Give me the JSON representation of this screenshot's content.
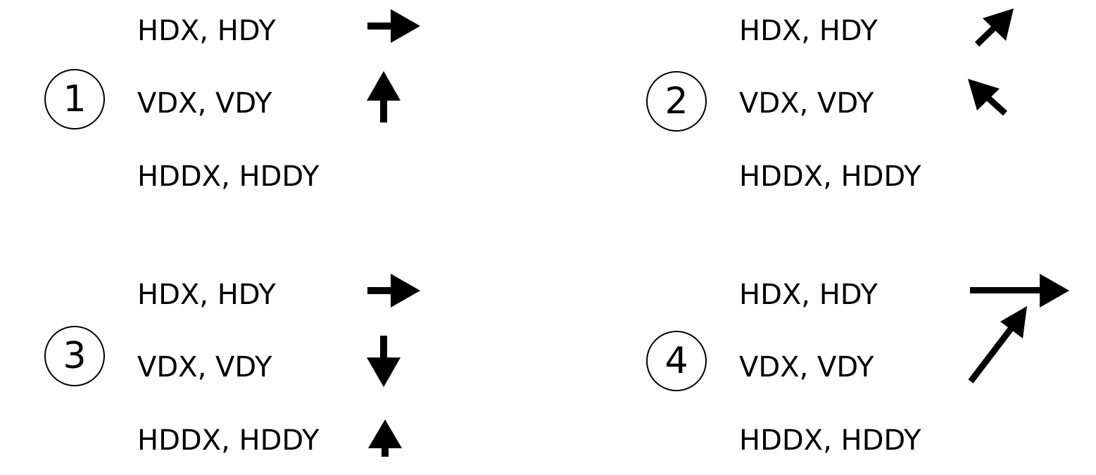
{
  "panels": [
    {
      "number": "1",
      "rows": [
        {
          "label": "HDX, HDY",
          "arrow": "right"
        },
        {
          "label": "VDX, VDY",
          "arrow": "up"
        },
        {
          "label": "HDDX, HDDY",
          "arrow": "none"
        }
      ]
    },
    {
      "number": "2",
      "rows": [
        {
          "label": "HDX, HDY",
          "arrow": "up-right"
        },
        {
          "label": "VDX, VDY",
          "arrow": "up-left"
        },
        {
          "label": "HDDX, HDDY",
          "arrow": "none"
        }
      ]
    },
    {
      "number": "3",
      "rows": [
        {
          "label": "HDX, HDY",
          "arrow": "right"
        },
        {
          "label": "VDX, VDY",
          "arrow": "down"
        },
        {
          "label": "HDDX, HDDY",
          "arrow": "up"
        }
      ]
    },
    {
      "number": "4",
      "rows": [
        {
          "label": "HDX, HDY",
          "arrow": "right-long"
        },
        {
          "label": "VDX, VDY",
          "arrow": "up-right-long"
        },
        {
          "label": "HDDX, HDDY",
          "arrow": "none"
        }
      ]
    }
  ],
  "colors": {
    "ink": "#000000",
    "background": "#ffffff"
  }
}
